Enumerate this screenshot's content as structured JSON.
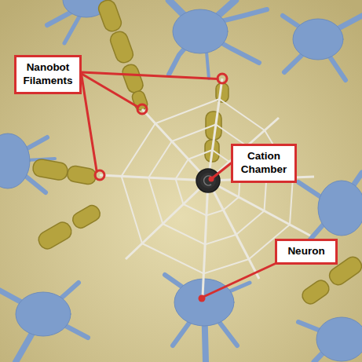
{
  "diagram": {
    "nodes": [
      {
        "text": [
          "Nanobot Filaments"
        ]
      },
      {
        "text": [
          "Cation Chamber"
        ]
      },
      {
        "text": [
          "Neuron"
        ]
      }
    ]
  }
}
